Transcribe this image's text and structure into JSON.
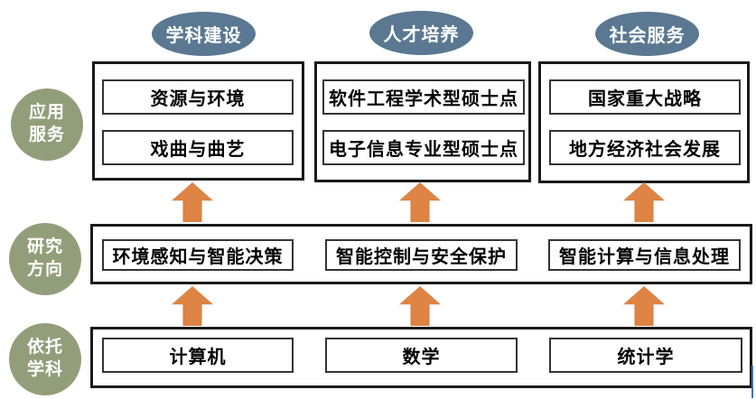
{
  "header_ellipses": [
    "学科建设",
    "人才培养",
    "社会服务"
  ],
  "side_circles": [
    "应用\n服务",
    "研究\n方向",
    "依托\n学科"
  ],
  "top_groups": [
    {
      "items": [
        "资源与环境",
        "戏曲与曲艺"
      ]
    },
    {
      "items": [
        "软件工程学术型硕士点",
        "电子信息专业型硕士点"
      ]
    },
    {
      "items": [
        "国家重大战略",
        "地方经济社会发展"
      ]
    }
  ],
  "middle_row": [
    "环境感知与智能决策",
    "智能控制与安全保护",
    "智能计算与信息处理"
  ],
  "bottom_row": [
    "计算机",
    "数学",
    "统计学"
  ],
  "colors": {
    "header_ellipse": "#5a7891",
    "side_circle": "#929e7a",
    "arrow": "#dd8344",
    "box_border": "#1a1a1a",
    "cursor": "#4472c4"
  }
}
